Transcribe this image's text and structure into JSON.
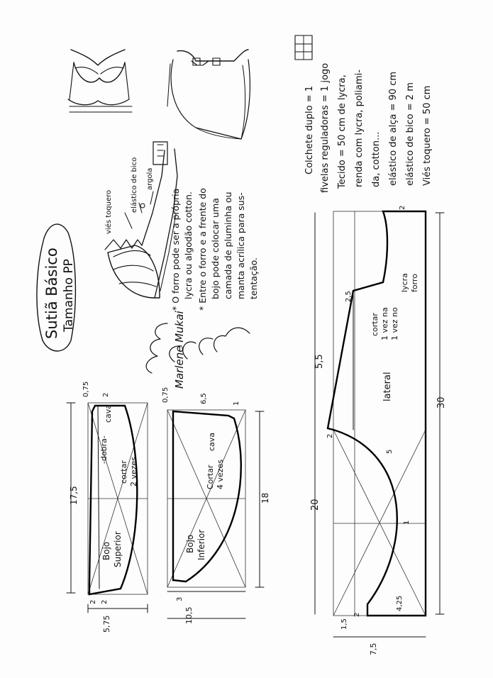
{
  "title": {
    "line1": "Sutiã Básico",
    "line2": "Tamanho PP"
  },
  "signature": "Marlene Mukai",
  "materials": {
    "items": [
      "Colchete duplo = 1",
      "fivelas reguladoras = 1 jogo",
      "Tecido = 50 cm de lycra,",
      "renda com lycra, poliami-",
      "da, cotton...",
      "elástico de alça = 90 cm",
      "elástico de bico = 2 m",
      "Viés toquero = 50 cm"
    ]
  },
  "notes": {
    "items": [
      "* O forro pode ser a própria",
      "lycra ou algodão cotton.",
      "* Entre o forro e a frente do",
      "bojo pode colocar uma",
      "camada de pluminha ou",
      "manta acrílica para sus-",
      "tentação."
    ]
  },
  "sketch_labels": {
    "vies_toquero": "viés toquero",
    "elastico_de_bico": "elástico de bico",
    "argola": "argola"
  },
  "bojo_superior": {
    "name_line1": "Bojo",
    "name_line2": "Superior",
    "cut_line1": "cortar",
    "cut_line2": "2 vezes",
    "fold_label": "-dobra-",
    "cava": "cava",
    "dims": {
      "width": "17,5",
      "top_right": "0,75",
      "top": "2",
      "left_a": "2",
      "left_b": "2",
      "left_total": "5,75"
    }
  },
  "bojo_inferior": {
    "name_line1": "Bojo",
    "name_line2": "Inferior",
    "cut_line1": "Cortar",
    "cut_line2": "4 vezes",
    "cava": "cava",
    "dims": {
      "width": "18",
      "top_right": "0,75",
      "inner": "6,5",
      "right_small": "1",
      "left_small": "3",
      "left_total": "10,5"
    }
  },
  "lateral": {
    "name": "lateral",
    "cut_line1": "cortar",
    "cut_line2": "1 vez na",
    "cut_line3": "1 vez no",
    "fabric_line1": "lycra",
    "fabric_line2": "forro",
    "dims": {
      "length": "30",
      "height": "20",
      "mid": "5,5",
      "right": "2",
      "step": "2,5",
      "curve_a": "5",
      "curve_b": "1",
      "left_a": "2",
      "left_b": "1,5",
      "left_c": "4,25",
      "left_d": "2",
      "left_total": "7,5"
    }
  }
}
